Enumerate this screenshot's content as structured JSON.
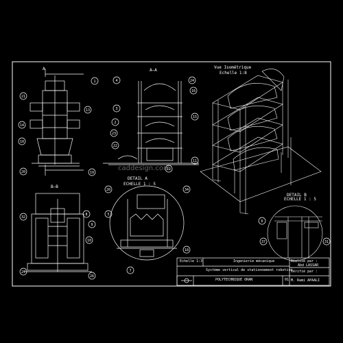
{
  "views": {
    "section_aa": "A—A",
    "section_bb": "B—B",
    "iso_title": "Vue Isométrique",
    "iso_scale": "Echelle 1:8",
    "detail_a_title": "DETAIL A",
    "detail_a_scale": "ECHELLE 1 : 5",
    "detail_b_title": "DETAIL B",
    "detail_b_scale": "ECHELLE 1 : 5",
    "cut_letter": "A"
  },
  "title_block": {
    "scale": "Echelle 1:3",
    "discipline": "Ingenierie mécanique",
    "subject": "Système vertical de stationnement robotisé",
    "school": "POLYTECHNIQUE ORAN",
    "sheet_no": "01",
    "made_by_label": "Réalisé par :",
    "made_by": "Abd LASSAR",
    "checked_label": "Vérifié par :",
    "checked_by": "M. Rami APAALI"
  },
  "balloons_front": [
    "1",
    "21",
    "13",
    "14",
    "10",
    "20",
    "19"
  ],
  "balloons_section": [
    "4",
    "3",
    "2",
    "23",
    "22",
    "24",
    "16",
    "15",
    "11",
    "12"
  ],
  "balloons_bb": [
    "8",
    "32",
    "9",
    "10",
    "27",
    "26"
  ],
  "balloons_detail_a": [
    "20",
    "5",
    "34",
    "18",
    "7"
  ],
  "balloons_detail_b": [
    "6",
    "37",
    "31"
  ],
  "colors": {
    "line": "#ffffff",
    "bg": "#000000"
  },
  "watermark": "caddesign.com"
}
